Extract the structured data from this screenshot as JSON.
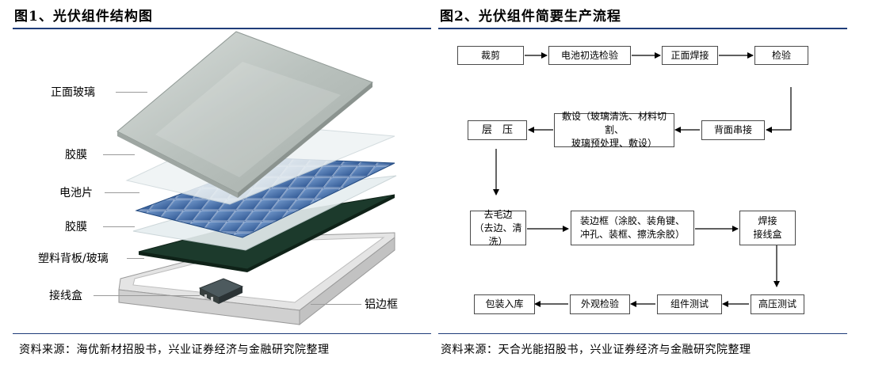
{
  "figure1": {
    "title": "图1、光伏组件结构图",
    "layers": {
      "front_glass": "正面玻璃",
      "film_top": "胶膜",
      "cells": "电池片",
      "film_bottom": "胶膜",
      "backsheet": "塑料背板/玻璃",
      "junction_box": "接线盒",
      "aluminum_frame": "铝边框"
    },
    "source": "资料来源：海优新材招股书，兴业证券经济与金融研究院整理"
  },
  "figure2": {
    "title": "图2、光伏组件简要生产流程",
    "steps": {
      "cut": "裁剪",
      "cell_inspection": "电池初选检验",
      "front_welding": "正面焊接",
      "inspection": "检验",
      "back_stringing": "背面串接",
      "laying_line1": "敷设（玻璃清洗、材料切割、",
      "laying_line2": "玻璃预处理、敷设）",
      "lamination": "层　压",
      "deburr_line1": "去毛边",
      "deburr_line2": "（去边、清洗）",
      "framing_line1": "装边框（涂胶、装角键、",
      "framing_line2": "冲孔、装框、擦洗余胶）",
      "jbox_line1": "焊接",
      "jbox_line2": "接线盒",
      "hv_test": "高压测试",
      "module_test": "组件测试",
      "visual_inspection": "外观检验",
      "pack_store": "包装入库"
    },
    "source": "资料来源：天合光能招股书，兴业证券经济与金融研究院整理"
  },
  "colors": {
    "rule": "#1f3d79",
    "cell_blue": "#3d6aa8",
    "backsheet": "#1c3a2c"
  }
}
